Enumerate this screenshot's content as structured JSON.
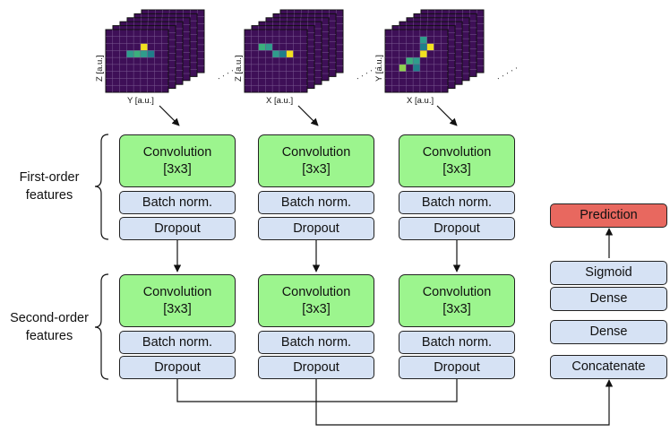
{
  "colors": {
    "conv_fill": "#9cf58e",
    "norm_fill": "#d6e2f4",
    "prediction_fill": "#e8685f",
    "grid_bg": "#3e0f57",
    "pixel_colors": [
      "#2f9d8c",
      "#3bb07c",
      "#f2e11f",
      "#1f7f8a",
      "#8fd14f"
    ]
  },
  "inputs": [
    {
      "xlabel": "Y [a.u.]",
      "ylabel": "Z [a.u.]"
    },
    {
      "xlabel": "X [a.u.]",
      "ylabel": "Z [a.u.]"
    },
    {
      "xlabel": "X [a.u.]",
      "ylabel": "Y [a.u.]"
    }
  ],
  "ellipsis": "· · · · ·",
  "first_order": {
    "label": "First-order features",
    "conv_line1": "Convolution",
    "conv_line2": "[3x3]",
    "batch_norm": "Batch norm.",
    "dropout": "Dropout"
  },
  "second_order": {
    "label": "Second-order features",
    "conv_line1": "Convolution",
    "conv_line2": "[3x3]",
    "batch_norm": "Batch norm.",
    "dropout": "Dropout"
  },
  "head": {
    "prediction": "Prediction",
    "sigmoid": "Sigmoid",
    "dense1": "Dense",
    "dense2": "Dense",
    "concatenate": "Concatenate"
  }
}
